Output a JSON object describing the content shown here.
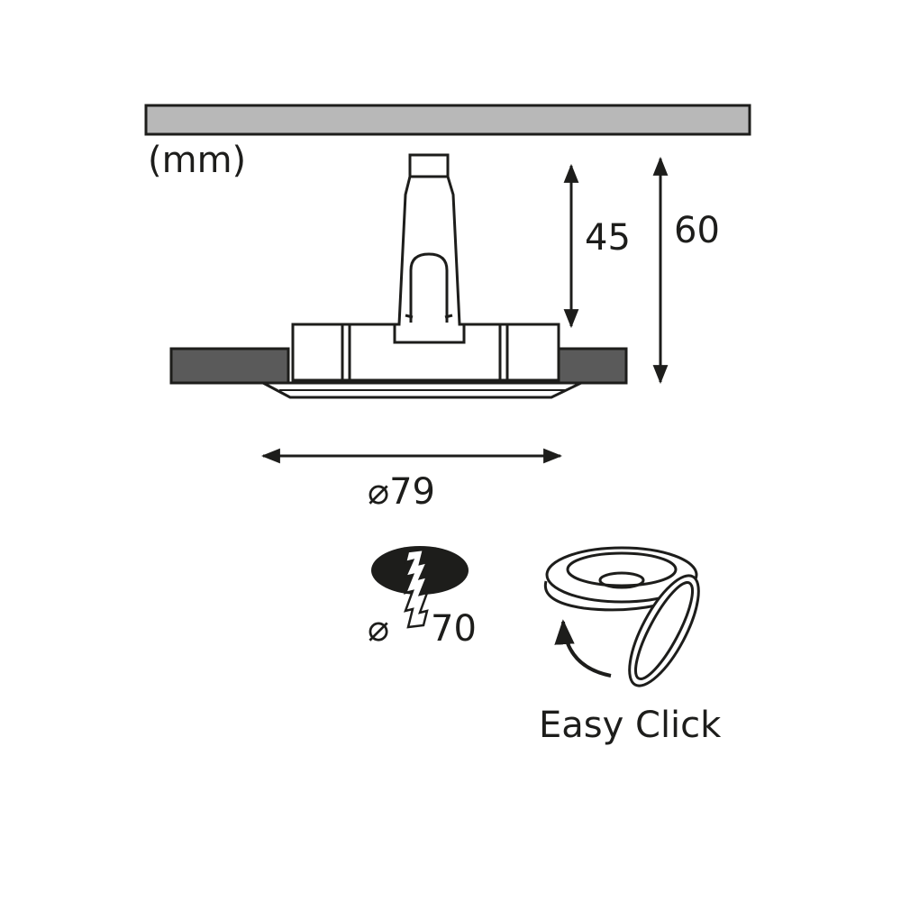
{
  "unit_label": "(mm)",
  "dimensions": {
    "height_bracket": "45",
    "height_total": "60",
    "diameter_outer": "⌀79",
    "diameter_symbol": "⌀",
    "diameter_cutout": "70"
  },
  "easy_click_label": "Easy Click",
  "colors": {
    "line": "#1d1d1b",
    "ceiling_panel": "#b8b8b8",
    "ceiling_board": "#5a5a5a",
    "fill_white": "#ffffff"
  },
  "icons": [
    "ceiling-panel",
    "bracket",
    "housing",
    "arrow",
    "cutout-hole-icon",
    "easy-click-ring-icon",
    "rotate-arrow-icon"
  ]
}
